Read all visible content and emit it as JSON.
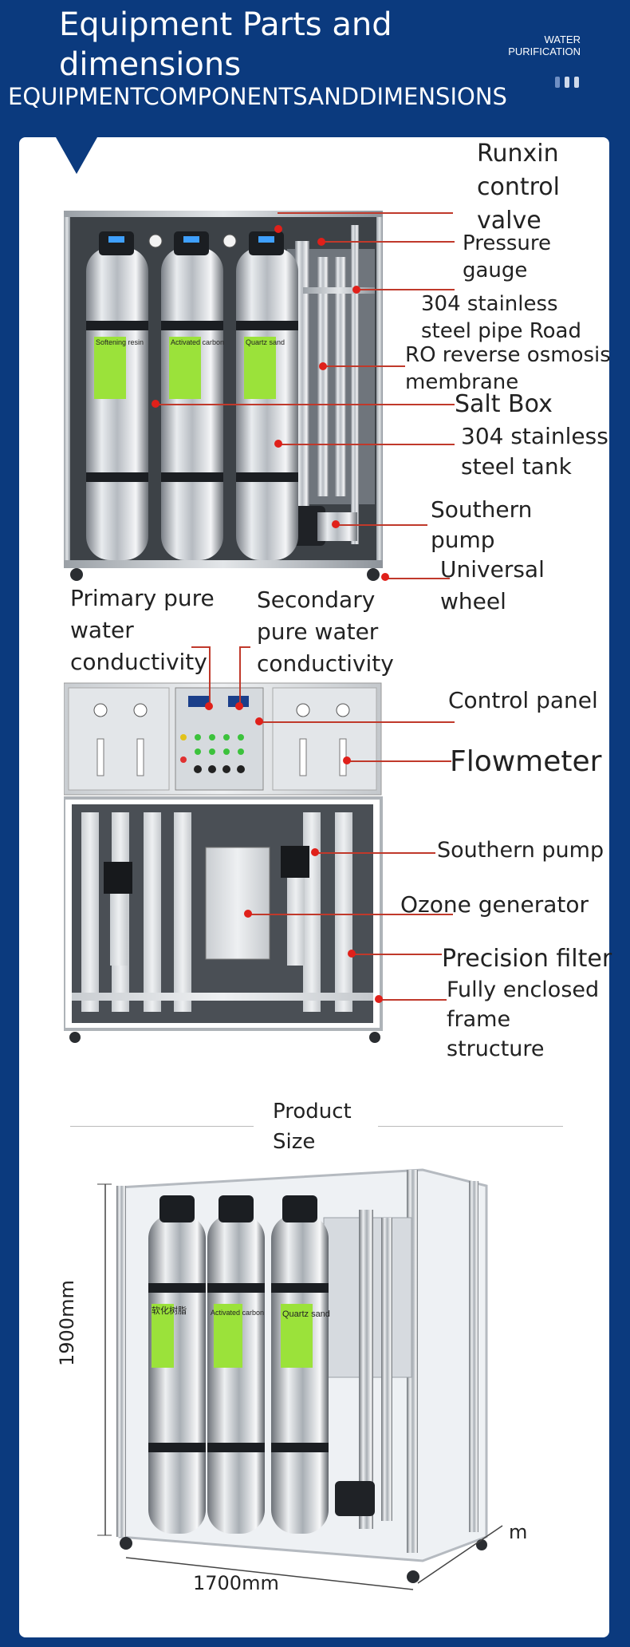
{
  "header": {
    "title": "Equipment Parts and dimensions",
    "subtitle": "EQUIPMENTCOMPONENTSANDDIMENSIONS",
    "brand": "WATER PURIFICATION"
  },
  "section1": {
    "labels": {
      "runxin": "Runxin control valve",
      "pressure": "Pressure gauge",
      "pipe": "304 stainless steel pipe Road",
      "ro": "RO reverse osmosis membrane",
      "salt": "Salt Box",
      "tank": "304 stainless steel tank",
      "pump": "Southern pump",
      "wheel": "Universal wheel"
    },
    "tank_stickers": [
      "Softening resin",
      "Activated carbon",
      "Quartz sand"
    ]
  },
  "section2": {
    "labels": {
      "primary": "Primary pure water conductivity",
      "secondary": "Secondary pure water conductivity",
      "control": "Control panel",
      "flow": "Flowmeter",
      "pump": "Southern pump",
      "ozone": "Ozone generator",
      "precision": "Precision filter",
      "frame": "Fully enclosed frame structure"
    }
  },
  "section3": {
    "title": "Product Size",
    "height": "1900mm",
    "width": "1700mm",
    "depth": "m",
    "tank_stickers": [
      "软化树脂",
      "Activated carbon",
      "Quartz sand"
    ]
  },
  "colors": {
    "navy": "#0b3a7e",
    "leader": "#c0392b",
    "point": "#e0201a",
    "sticker": "#9be23a"
  }
}
